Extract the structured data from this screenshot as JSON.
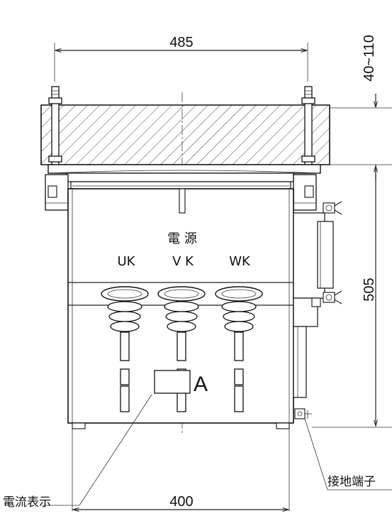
{
  "dimensions": {
    "top_width": "485",
    "bottom_width": "400",
    "right_height": "505",
    "top_clearance": "40~110"
  },
  "labels": {
    "power_source": "電 源",
    "phase_u": "UK",
    "phase_v": "V K",
    "phase_w": "WK",
    "detail_a": "A",
    "current_display": "電流表示",
    "ground_terminal": "接地端子"
  }
}
